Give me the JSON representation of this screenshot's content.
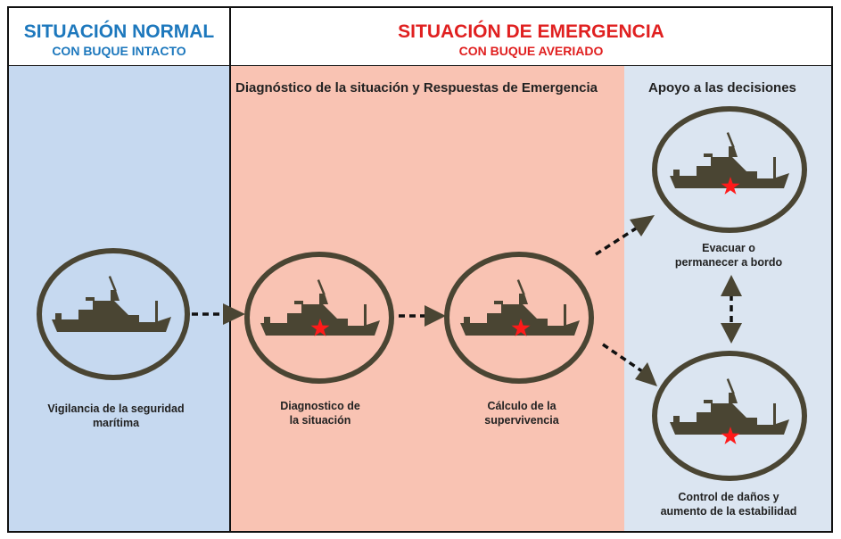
{
  "header": {
    "normal": {
      "title": "SITUACIÓN NORMAL",
      "subtitle": "CON BUQUE INTACTO"
    },
    "emergency": {
      "title": "SITUACIÓN DE EMERGENCIA",
      "subtitle": "CON BUQUE AVERIADO"
    }
  },
  "sections": {
    "diagnosis": "Diagnóstico de la situación y Respuestas de Emergencia",
    "support": "Apoyo a las decisiones"
  },
  "nodes": {
    "surveillance": {
      "line1": "Vigilancia de la seguridad",
      "line2": "marítima"
    },
    "diagnosis": {
      "line1": "Diagnostico de",
      "line2": "la situación"
    },
    "survival": {
      "line1": "Cálculo de la",
      "line2": "supervivencia"
    },
    "evacuate": {
      "line1": "Evacuar o",
      "line2": "permanecer a bordo"
    },
    "damage": {
      "line1": "Control de daños y",
      "line2": "aumento  de la estabilidad"
    }
  },
  "colors": {
    "ship": "#4a4533",
    "damage_star": "#ff1a1a",
    "normal_panel": "#c6d9f0",
    "emergency_panel": "#f9c3b3",
    "support_panel": "#dbe5f1",
    "normal_title": "#1d78bd",
    "emergency_title": "#e02020"
  }
}
